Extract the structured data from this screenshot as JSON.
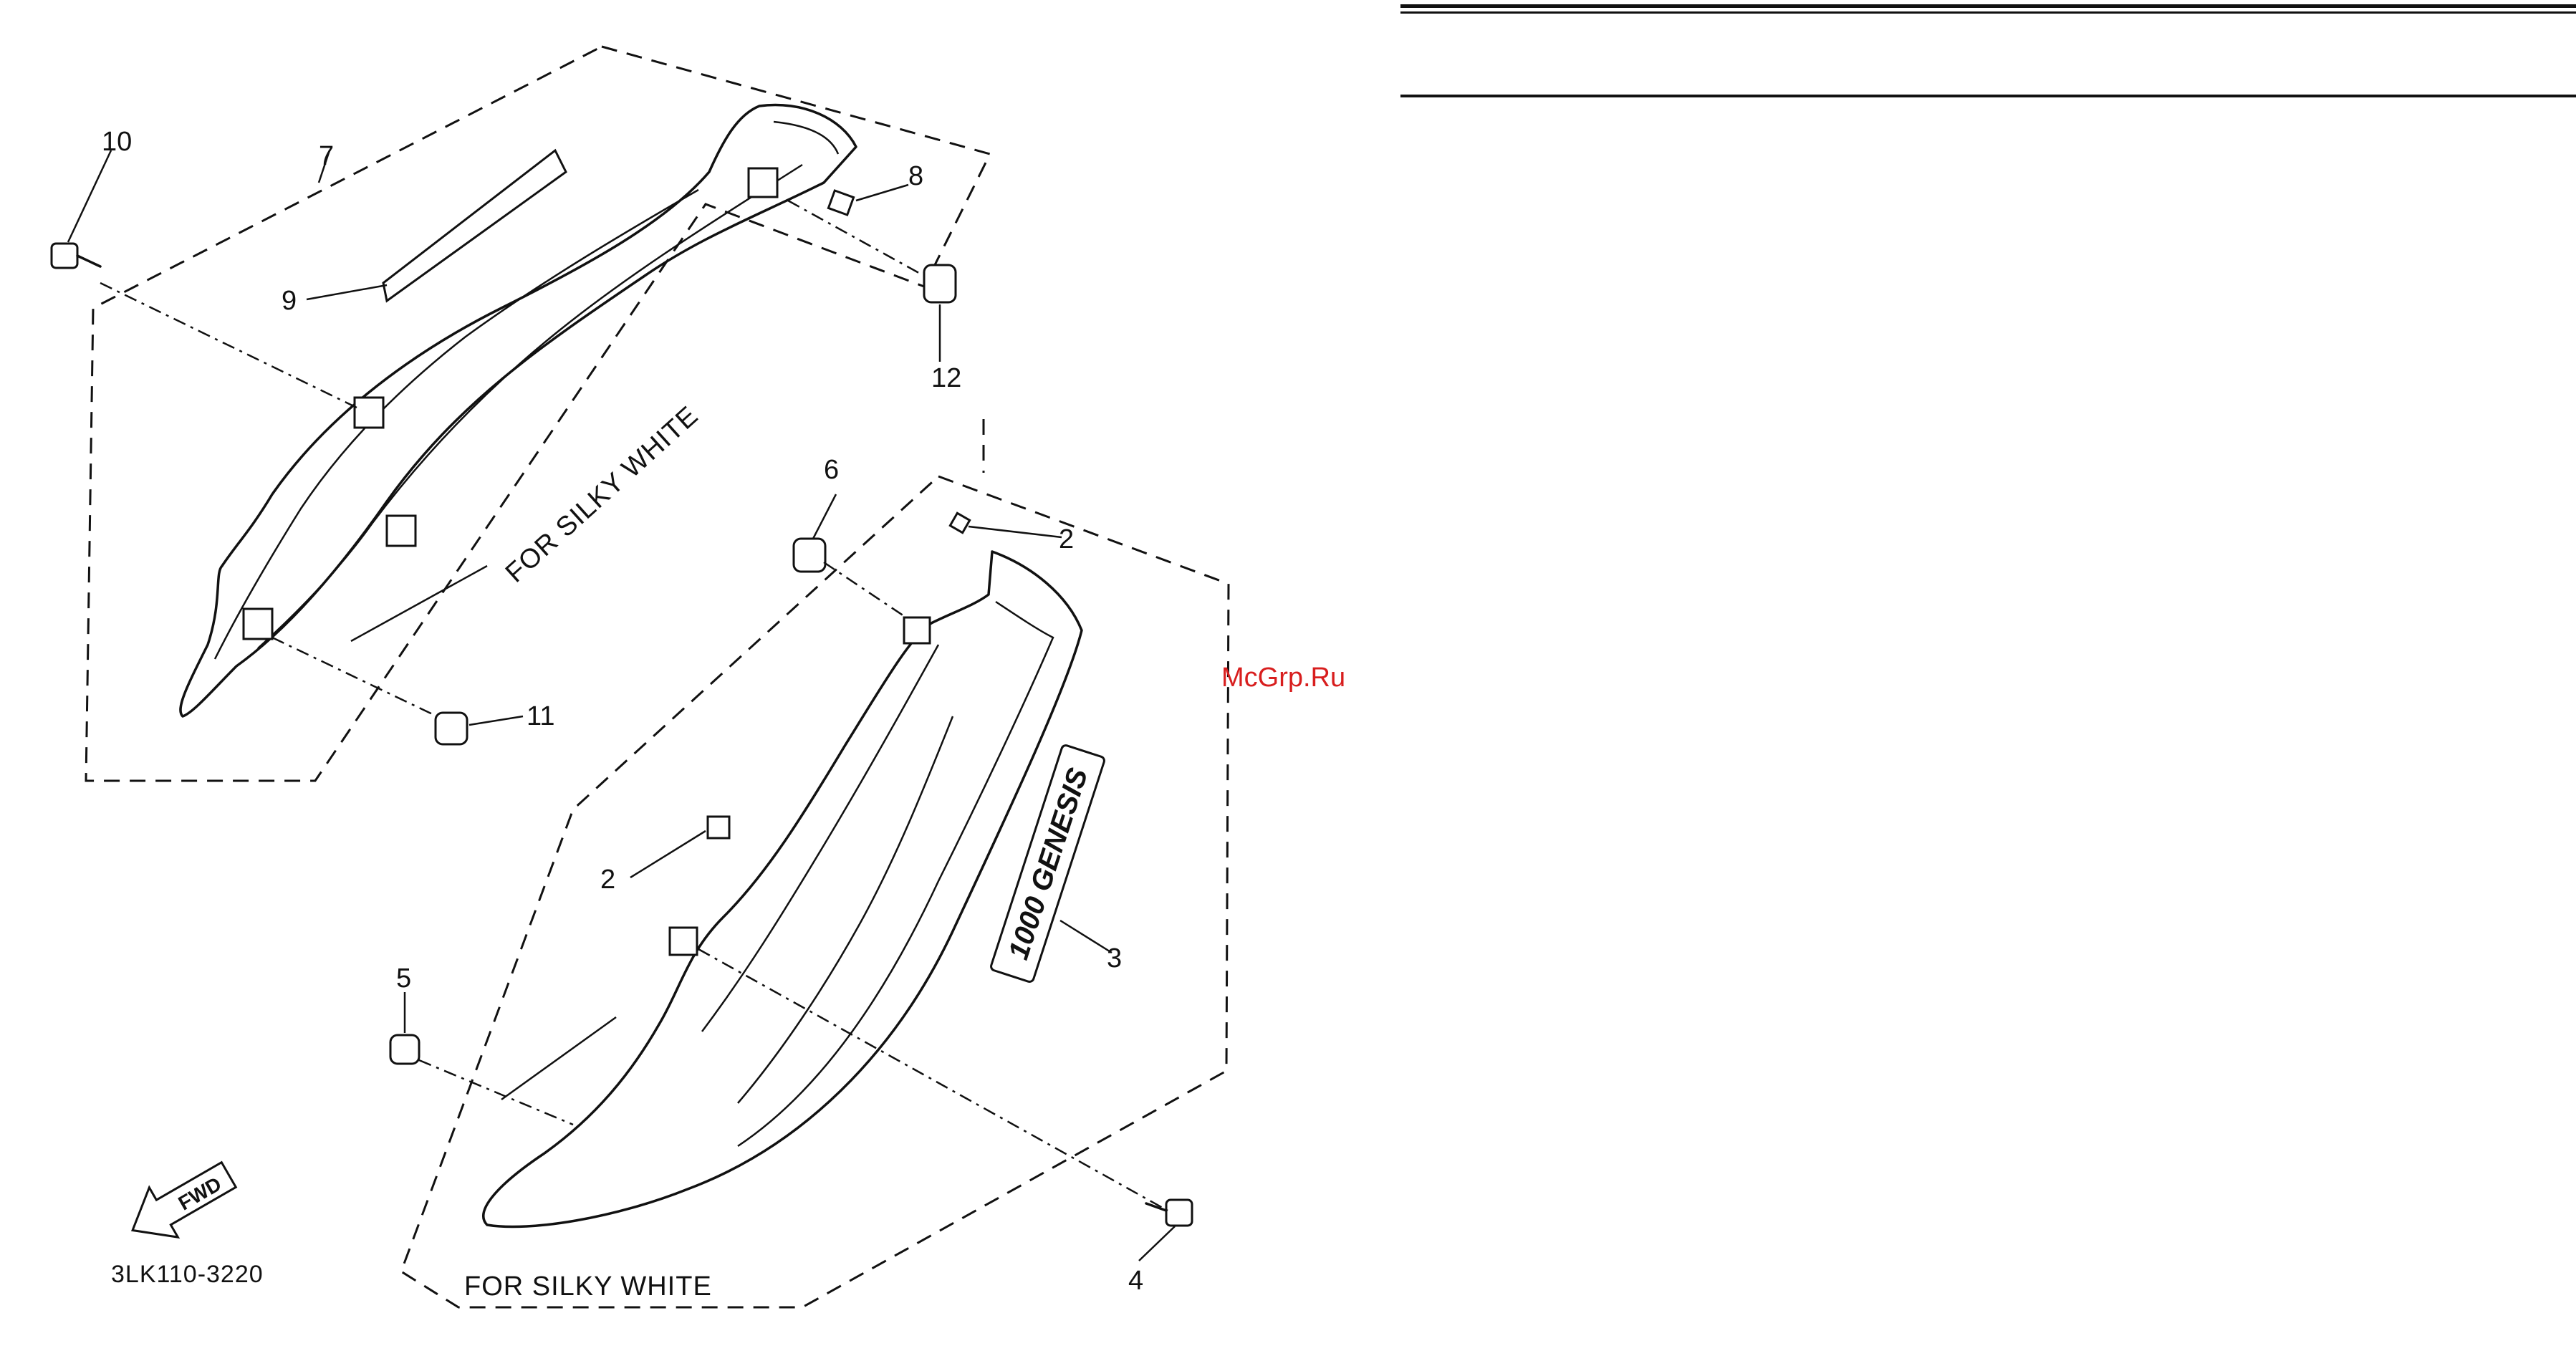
{
  "callouts": {
    "c10": "10",
    "c7": "7",
    "c8": "8",
    "c9": "9",
    "c12": "12",
    "c6": "6",
    "c2a": "2",
    "c11": "11",
    "c2b": "2",
    "c3": "3",
    "c5": "5",
    "c4": "4"
  },
  "captions": {
    "upper": "FOR SILKY WHITE",
    "lower": "FOR SILKY WHITE"
  },
  "fwd_label": "FWD",
  "diagram_code": "3LK110-3220",
  "watermark": "McGrp.Ru",
  "decal_text": "1000 GENESIS"
}
